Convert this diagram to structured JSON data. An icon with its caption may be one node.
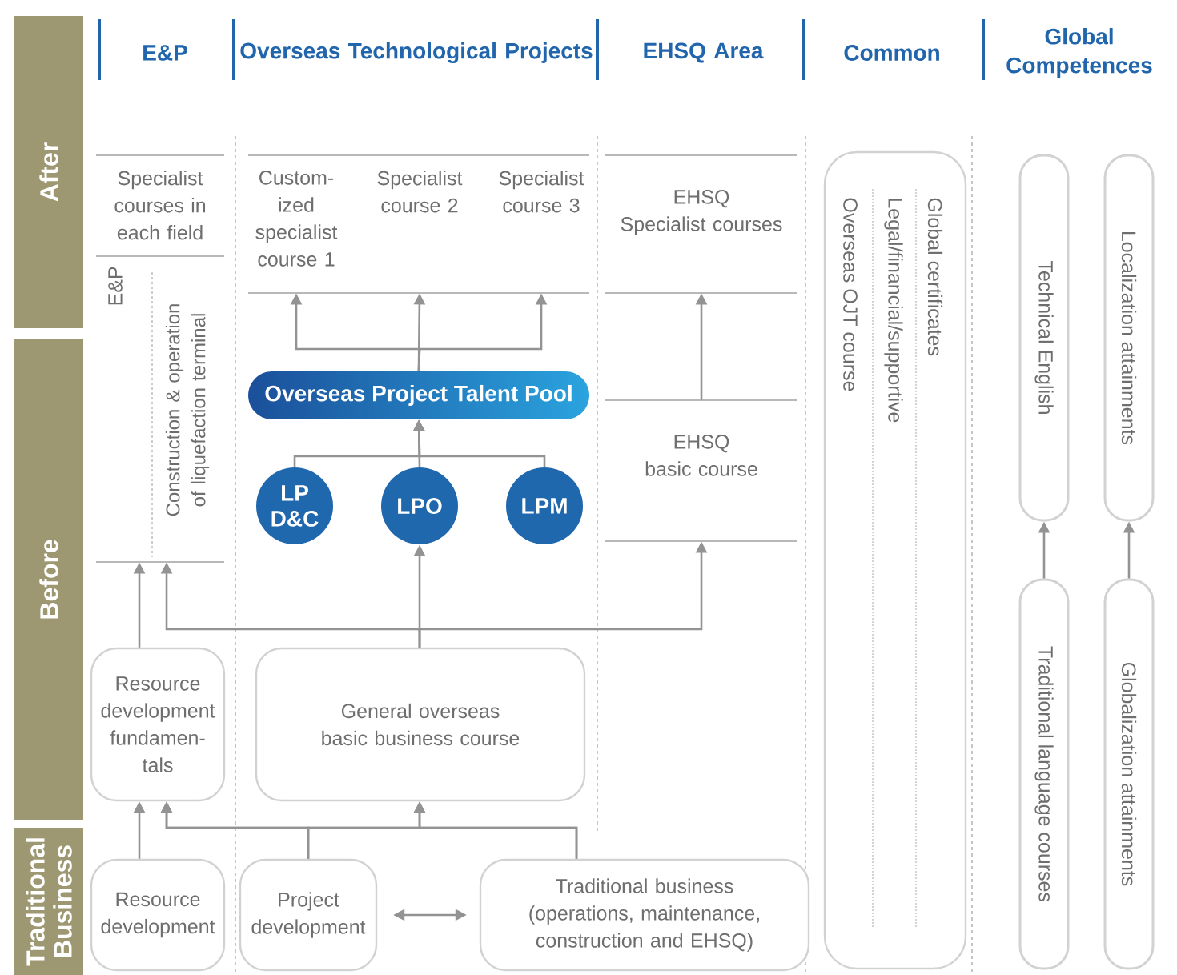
{
  "diagram": {
    "nodes": [
      {
        "text": [
          "After"
        ]
      },
      {
        "text": [
          "Before"
        ]
      },
      {
        "text": [
          "Traditional Business"
        ]
      },
      {
        "text": [
          "Specialist courses in each field"
        ]
      },
      {
        "text": [
          "E&P",
          "Construction & operation of liquefaction terminal"
        ]
      },
      {
        "text": [
          "Custom- ized specialist course 1"
        ]
      },
      {
        "text": [
          "Specialist course 2"
        ]
      },
      {
        "text": [
          "Specialist course 3"
        ]
      },
      {
        "text": [
          "Overseas Project Talent Pool"
        ]
      },
      {
        "text": [
          "LP D&C"
        ]
      },
      {
        "text": [
          "LPO"
        ]
      },
      {
        "text": [
          "LPM"
        ]
      },
      {
        "text": [
          "EHSQ",
          "Specialist courses"
        ]
      },
      {
        "text": [
          "EHSQ",
          "basic course"
        ]
      },
      {
        "text": [
          "Overseas OJT course",
          "Legal/financial/supportive",
          "Global certificates"
        ]
      },
      {
        "text": [
          "Technical English"
        ]
      },
      {
        "text": [
          "Localization attainments"
        ]
      },
      {
        "text": [
          "Resource development fundamen- tals"
        ]
      },
      {
        "text": [
          "General overseas basic business course"
        ]
      },
      {
        "text": [
          "Traditional language courses"
        ]
      },
      {
        "text": [
          "Globalization attainments"
        ]
      },
      {
        "text": [
          "Resource development"
        ]
      },
      {
        "text": [
          "Project development"
        ]
      },
      {
        "text": [
          "Traditional business (operations, maintenance, construction and EHSQ)"
        ]
      }
    ],
    "edges": [
      {
        "from": 9,
        "to": 8,
        "arrow": "to"
      },
      {
        "from": 10,
        "to": 8,
        "arrow": "to"
      },
      {
        "from": 11,
        "to": 8,
        "arrow": "to"
      },
      {
        "from": 8,
        "to": 5,
        "arrow": "to"
      },
      {
        "from": 8,
        "to": 6,
        "arrow": "to"
      },
      {
        "from": 8,
        "to": 7,
        "arrow": "to"
      },
      {
        "from": 13,
        "to": 12,
        "arrow": "to"
      },
      {
        "from": 19,
        "to": 15,
        "arrow": "to"
      },
      {
        "from": 20,
        "to": 16,
        "arrow": "to"
      },
      {
        "from": 17,
        "to": 4,
        "arrow": "to"
      },
      {
        "from": 18,
        "to": 4,
        "arrow": "to"
      },
      {
        "from": 18,
        "to": 10,
        "arrow": "to"
      },
      {
        "from": 18,
        "to": 13,
        "arrow": "to"
      },
      {
        "from": 21,
        "to": 17,
        "arrow": "to"
      },
      {
        "from": 22,
        "to": 17,
        "arrow": "to"
      },
      {
        "from": 22,
        "to": 18,
        "arrow": "to"
      },
      {
        "from": 23,
        "to": 17,
        "arrow": "to"
      },
      {
        "from": 23,
        "to": 18,
        "arrow": "to"
      },
      {
        "from": 22,
        "to": 23,
        "arrow": "both"
      }
    ],
    "labels": [
      "E&P",
      "Overseas Technological Projects",
      "EHSQ Area",
      "Common",
      "Global Competences"
    ]
  }
}
